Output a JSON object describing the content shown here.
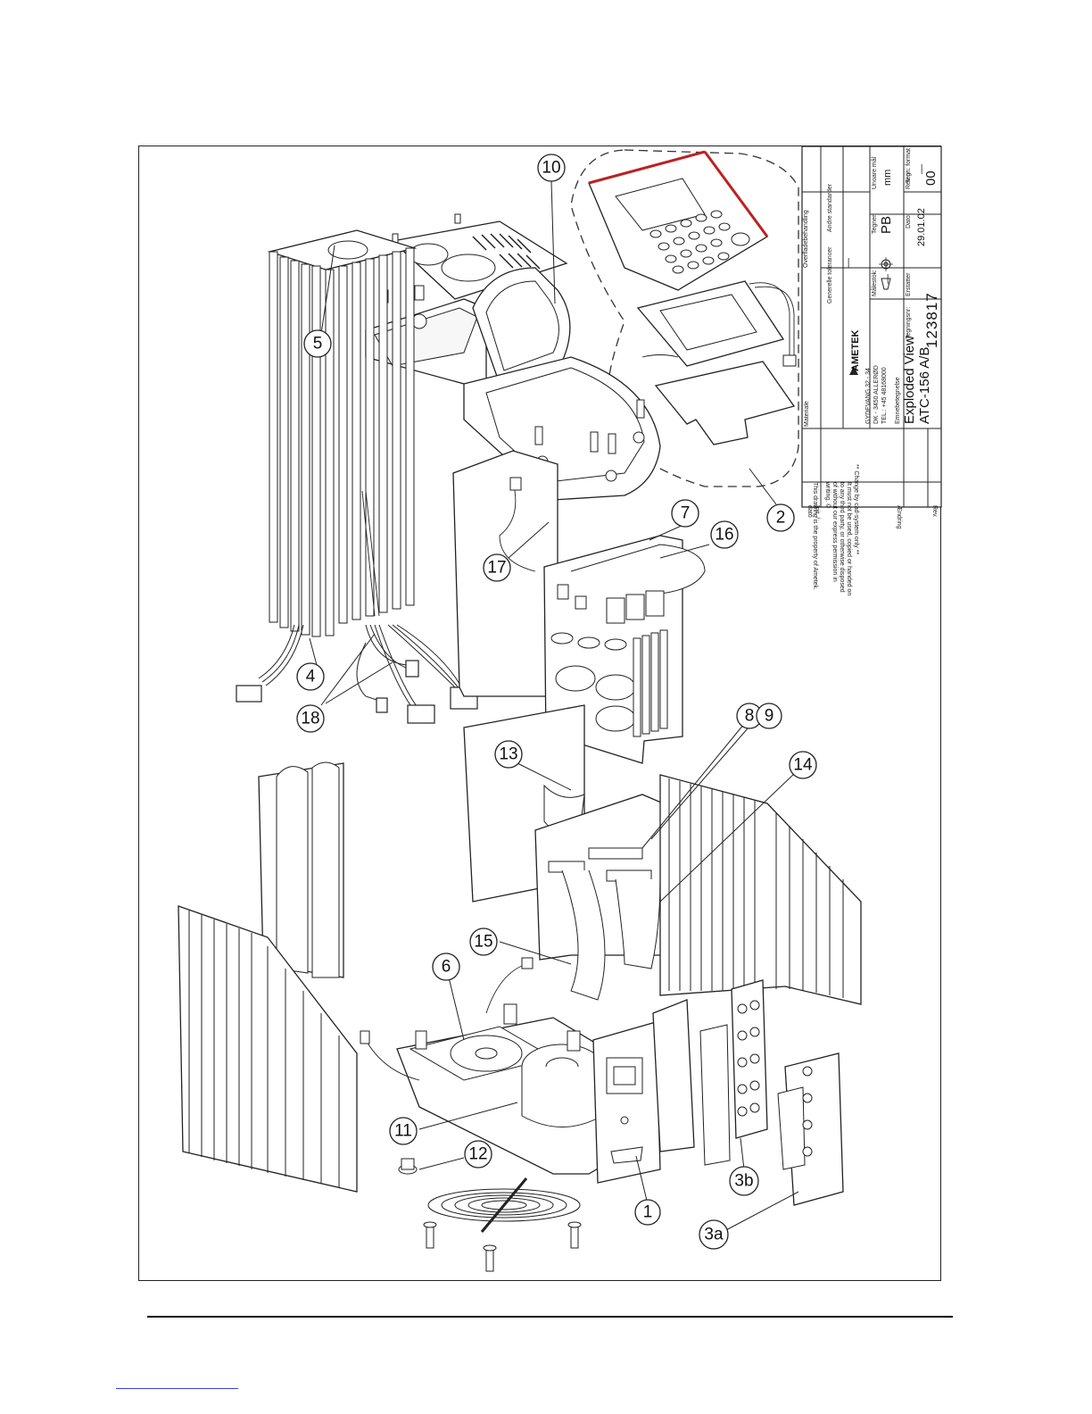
{
  "drawing": {
    "callouts": [
      {
        "id": "10",
        "label": "10"
      },
      {
        "id": "5",
        "label": "5"
      },
      {
        "id": "2",
        "label": "2"
      },
      {
        "id": "7",
        "label": "7"
      },
      {
        "id": "16",
        "label": "16"
      },
      {
        "id": "17",
        "label": "17"
      },
      {
        "id": "4",
        "label": "4"
      },
      {
        "id": "18",
        "label": "18"
      },
      {
        "id": "8",
        "label": "8"
      },
      {
        "id": "9",
        "label": "9"
      },
      {
        "id": "13",
        "label": "13"
      },
      {
        "id": "14",
        "label": "14"
      },
      {
        "id": "15",
        "label": "15"
      },
      {
        "id": "6",
        "label": "6"
      },
      {
        "id": "11",
        "label": "11"
      },
      {
        "id": "12",
        "label": "12"
      },
      {
        "id": "1",
        "label": "1"
      },
      {
        "id": "3b",
        "label": "3b"
      },
      {
        "id": "3a",
        "label": "3a"
      }
    ]
  },
  "title_block": {
    "surface_label": "Overfladebehandling",
    "other_standards_label": "Andre standarder",
    "unit_label": "Unoare mål",
    "unit_value": "mm",
    "tol_label": "Tegn. format",
    "tol_value": "—",
    "drawn_label": "Tegner",
    "drawn_value": "PB",
    "date_label": "Dato:",
    "date_value": "29.01.02",
    "scale_label": "Målestok:",
    "scale_value": "—",
    "general_tol_label": "Generelle tolerancer",
    "general_tol_value": "—",
    "material_label": "Materiale",
    "company_logo": "AMETEK",
    "address_1": "GYDEVANG 32 - 34",
    "address_2": "DK - 3450 ALLERØD",
    "address_3": "TEL.: +45 48168000",
    "name_label": "Emnebetegnelse",
    "name_line_1": "Exploded View",
    "name_line_2": "ATC-156 A/B",
    "replaces_label": "Erstatter",
    "drawing_no_label": "Tegningsnr:",
    "drawing_no": "123817",
    "rev_label": "Rev nr.:",
    "rev_value": "00",
    "cad_note": "** Change by cad-system only **",
    "property_note_1": "This drawing is the property of Ametek.",
    "property_note_2": "It must not be used, copied or handed on",
    "property_note_3": "to any third party, or otherwise disposed",
    "property_note_4": "of without our express permission in",
    "property_note_5": "writing. ©",
    "rev_col": "Rev.",
    "change_col": "Ændring",
    "date_col": "dato",
    "init_col": "Init. /"
  }
}
